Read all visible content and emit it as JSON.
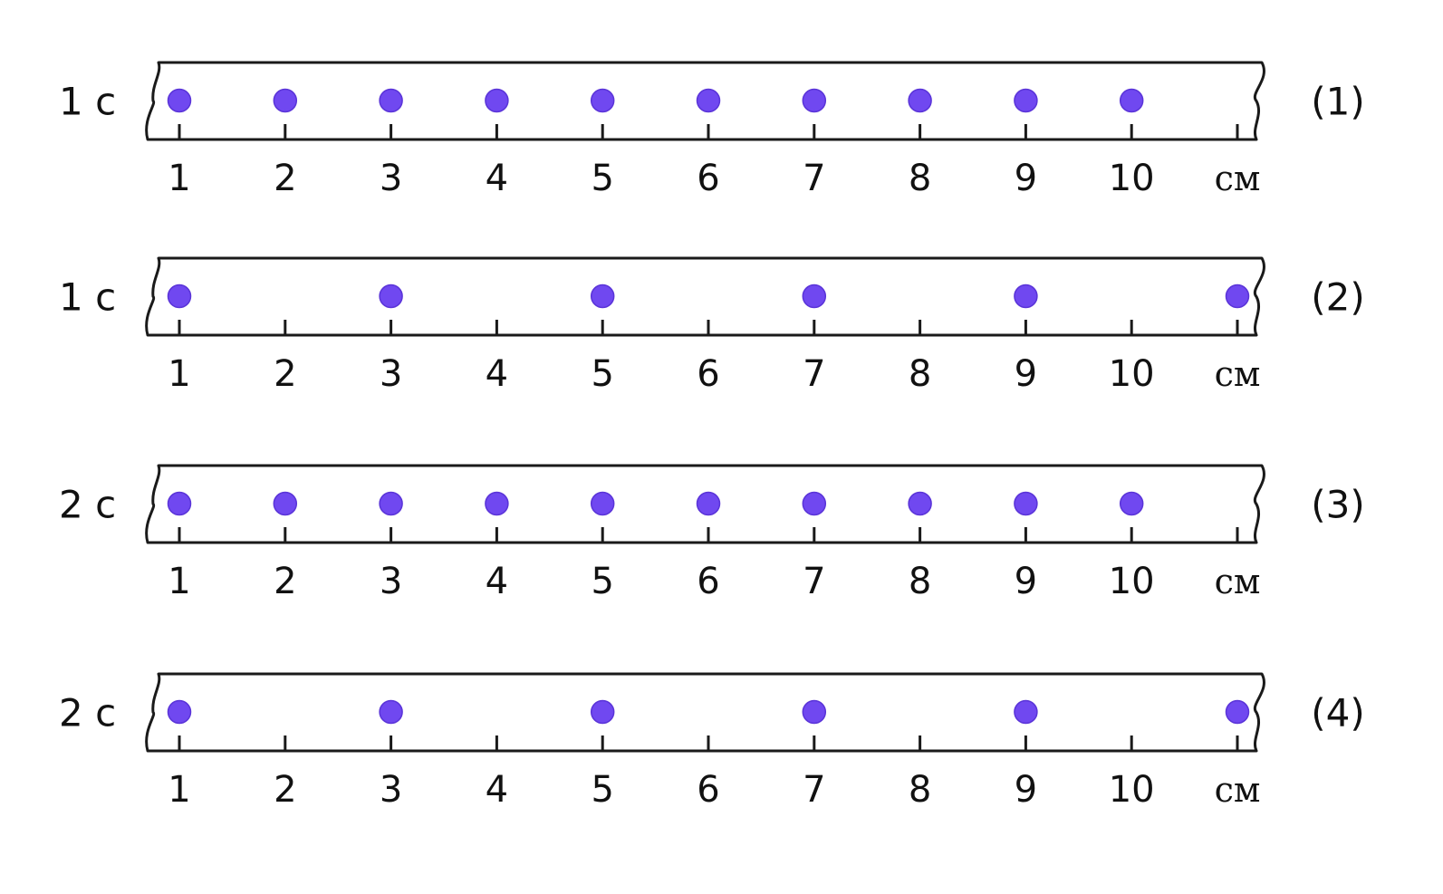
{
  "strips": [
    {
      "number": "(1)",
      "time": "1 с",
      "dot_positions_cm": [
        1,
        2,
        3,
        4,
        5,
        6,
        7,
        8,
        9,
        10
      ]
    },
    {
      "number": "(2)",
      "time": "1 с",
      "dot_positions_cm": [
        1,
        3,
        5,
        7,
        9,
        11
      ]
    },
    {
      "number": "(3)",
      "time": "2 с",
      "dot_positions_cm": [
        1,
        2,
        3,
        4,
        5,
        6,
        7,
        8,
        9,
        10
      ]
    },
    {
      "number": "(4)",
      "time": "2 с",
      "dot_positions_cm": [
        1,
        3,
        5,
        7,
        9,
        11
      ]
    }
  ],
  "scale": {
    "tick_labels": [
      "1",
      "2",
      "3",
      "4",
      "5",
      "6",
      "7",
      "8",
      "9",
      "10"
    ],
    "unit": "см"
  },
  "colors": {
    "dot": "#7048f0",
    "dot_edge": "#5a34d8",
    "line": "#1a1a1a",
    "text": "#111111"
  }
}
